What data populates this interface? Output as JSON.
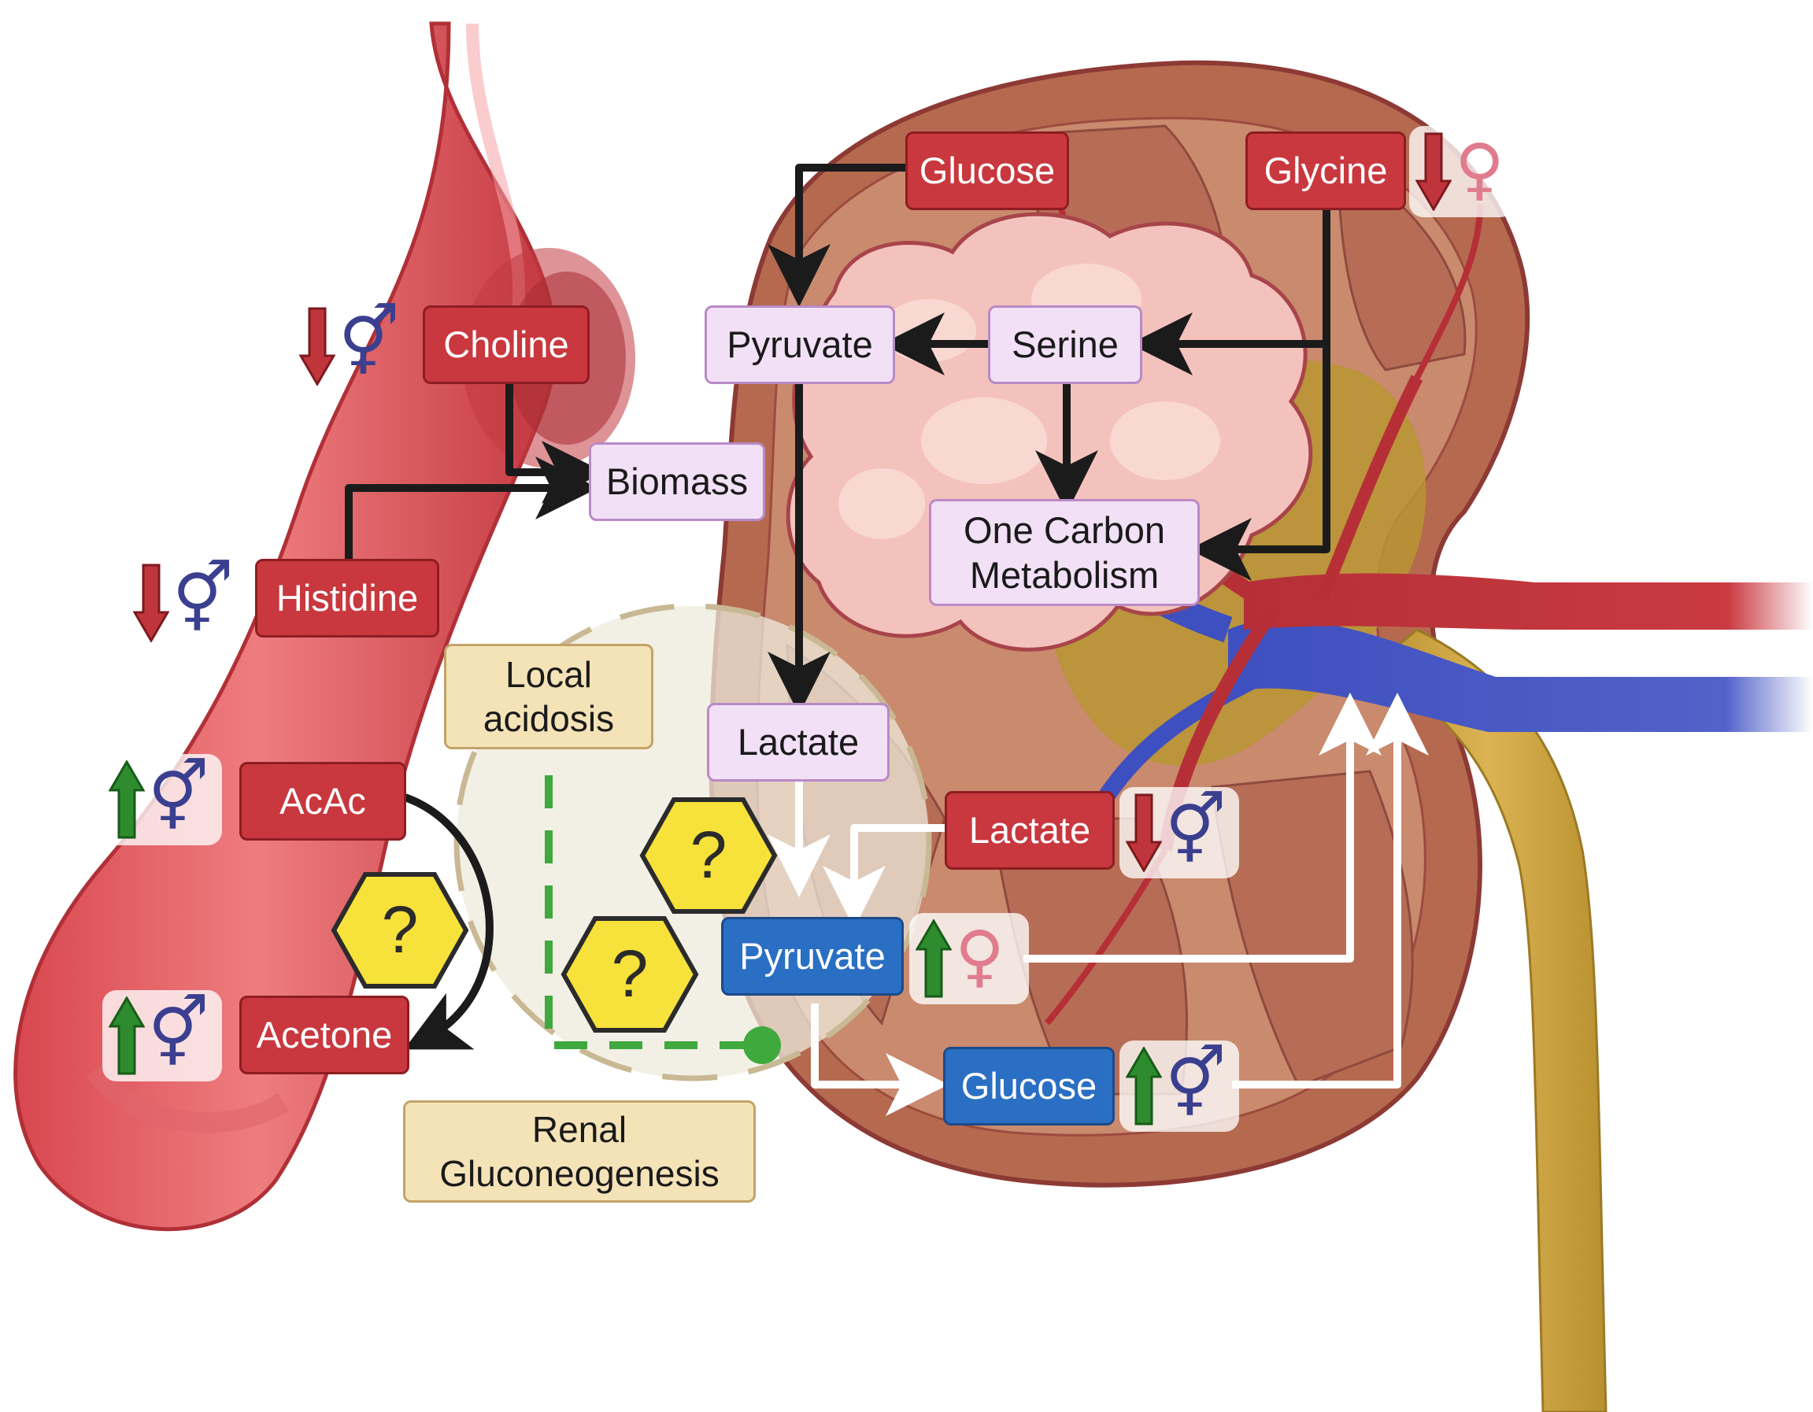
{
  "blood": {
    "choline": "Choline",
    "histidine": "Histidine",
    "biomass": "Biomass",
    "acac": "AcAc",
    "acetone": "Acetone"
  },
  "kidney": {
    "glucose_top": "Glucose",
    "glycine": "Glycine",
    "pyruvate_top": "Pyruvate",
    "serine": "Serine",
    "one_carbon_line1": "One Carbon",
    "one_carbon_line2": "Metabolism",
    "lactate_mid": "Lactate",
    "lactate_right": "Lactate",
    "pyruvate_blue": "Pyruvate",
    "glucose_blue": "Glucose"
  },
  "notes": {
    "local_acidosis_line1": "Local",
    "local_acidosis_line2": "acidosis",
    "renal_gng_line1": "Renal",
    "renal_gng_line2": "Gluconeogenesis"
  },
  "unknown_mark": "?",
  "symbols": {
    "intersex": "⚥",
    "female": "♀"
  },
  "colors": {
    "metabolite_red": "#c8383e",
    "pathway_lavender": "#f2e0f6",
    "gluconeogenesis_blue": "#2a6fc4",
    "note_tan": "#f5e3b8",
    "increase_green": "#2e8b2e",
    "decrease_red": "#c0353b",
    "male_symbol": "#3a3f8f",
    "female_symbol": "#e07c8e",
    "question_yellow": "#f6e23a"
  }
}
